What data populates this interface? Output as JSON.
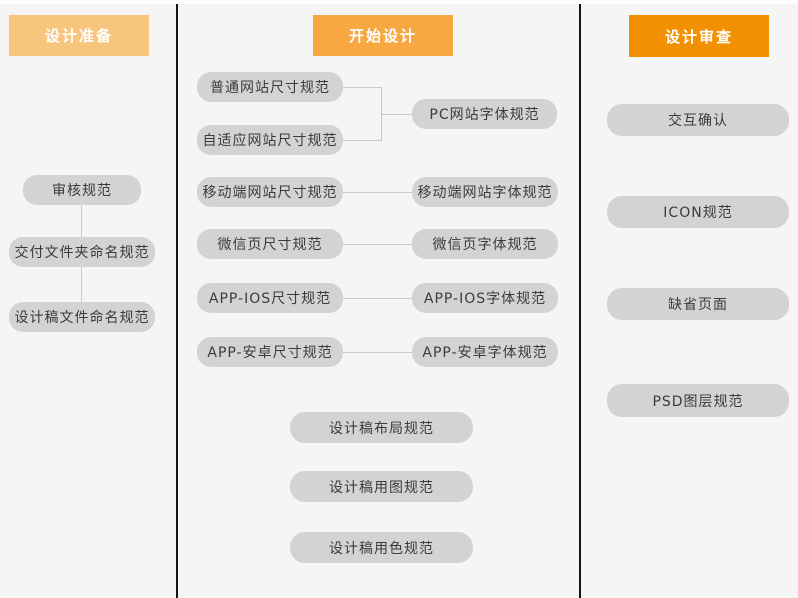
{
  "diagram": {
    "type": "flowchart",
    "columns": {
      "left": {
        "header": "设计准备",
        "items": [
          {
            "label": "审核规范"
          },
          {
            "label": "交付文件夹命名规范"
          },
          {
            "label": "设计稿文件命名规范"
          }
        ]
      },
      "middle": {
        "header": "开始设计",
        "size_items": [
          {
            "label": "普通网站尺寸规范"
          },
          {
            "label": "自适应网站尺寸规范"
          },
          {
            "label": "移动端网站尺寸规范"
          },
          {
            "label": "微信页尺寸规范"
          },
          {
            "label": "APP-IOS尺寸规范"
          },
          {
            "label": "APP-安卓尺寸规范"
          }
        ],
        "font_items": [
          {
            "label": "PC网站字体规范"
          },
          {
            "label": "移动端网站字体规范"
          },
          {
            "label": "微信页字体规范"
          },
          {
            "label": "APP-IOS字体规范"
          },
          {
            "label": "APP-安卓字体规范"
          }
        ],
        "bottom_items": [
          {
            "label": "设计稿布局规范"
          },
          {
            "label": "设计稿用图规范"
          },
          {
            "label": "设计稿用色规范"
          }
        ],
        "connections": [
          [
            "普通网站尺寸规范",
            "PC网站字体规范"
          ],
          [
            "自适应网站尺寸规范",
            "PC网站字体规范"
          ],
          [
            "移动端网站尺寸规范",
            "移动端网站字体规范"
          ],
          [
            "微信页尺寸规范",
            "微信页字体规范"
          ],
          [
            "APP-IOS尺寸规范",
            "APP-IOS字体规范"
          ],
          [
            "APP-安卓尺寸规范",
            "APP-安卓字体规范"
          ]
        ]
      },
      "right": {
        "header": "设计审查",
        "items": [
          {
            "label": "交互确认"
          },
          {
            "label": "ICON规范"
          },
          {
            "label": "缺省页面"
          },
          {
            "label": "PSD图层规范"
          }
        ]
      }
    },
    "colors": {
      "header_left": "#f7c57d",
      "header_middle": "#f8a843",
      "header_right": "#f19000",
      "node_background": "#d3d3d3",
      "node_text": "#3b3b3b",
      "connector": "#c9c9c9",
      "divider": "#141414",
      "background": "#f5f5f5"
    }
  }
}
